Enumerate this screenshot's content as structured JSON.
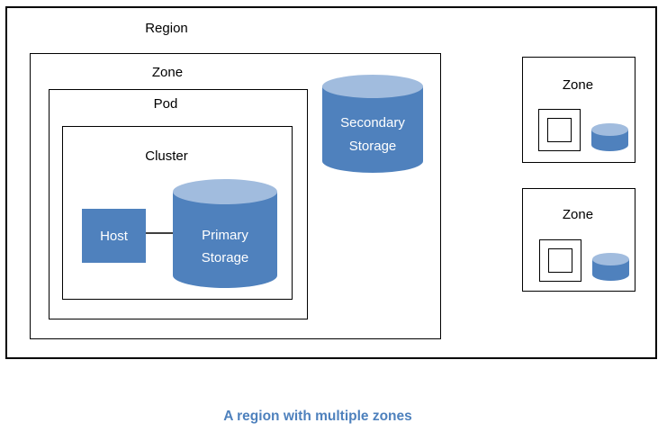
{
  "region": {
    "label": "Region",
    "main_zone": {
      "label": "Zone",
      "pod": {
        "label": "Pod",
        "cluster": {
          "label": "Cluster",
          "host": {
            "label": "Host"
          },
          "primary_storage": {
            "line1": "Primary",
            "line2": "Storage"
          }
        }
      },
      "secondary_storage": {
        "line1": "Secondary",
        "line2": "Storage"
      }
    },
    "right_zones": [
      {
        "label": "Zone"
      },
      {
        "label": "Zone"
      }
    ]
  },
  "caption": "A region with multiple zones",
  "colors": {
    "shape_fill": "#4F81BD",
    "cylinder_top": "#A1BCDE",
    "connector": "#404040",
    "border": "#000000",
    "caption_text": "#4E81BD"
  }
}
